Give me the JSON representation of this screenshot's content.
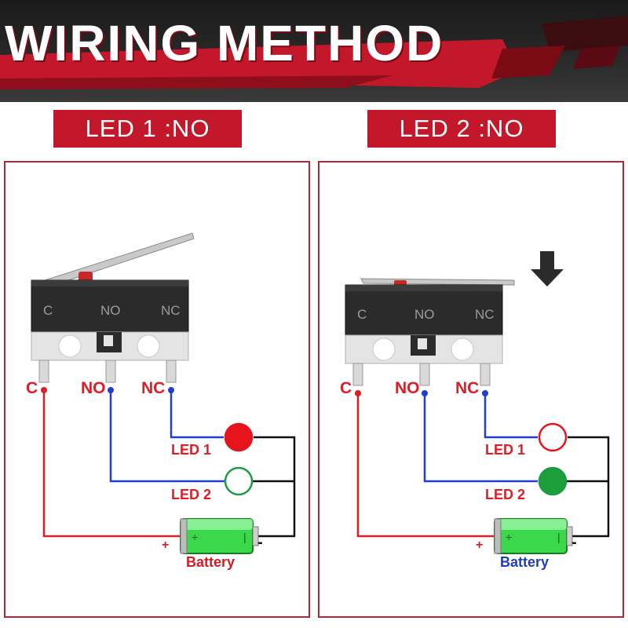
{
  "header": {
    "title": "WIRING METHOD"
  },
  "panels": [
    {
      "tag": "LED 1 :NO",
      "lever": "up",
      "switch_terminals": [
        "C",
        "NO",
        "NC"
      ],
      "wire_labels": {
        "c": "C",
        "no": "NO",
        "nc": "NC"
      },
      "led1": {
        "label": "LED 1",
        "state": "on",
        "color": "#e8141b"
      },
      "led2": {
        "label": "LED 2",
        "state": "off",
        "color": "#1c9e3c"
      },
      "battery": {
        "label": "Battery",
        "label_color": "#d41b23",
        "plus": "+",
        "minus": "-"
      }
    },
    {
      "tag": "LED 2 :NO",
      "lever": "pressed",
      "switch_terminals": [
        "C",
        "NO",
        "NC"
      ],
      "wire_labels": {
        "c": "C",
        "no": "NO",
        "nc": "NC"
      },
      "led1": {
        "label": "LED 1",
        "state": "off",
        "color": "#e8141b"
      },
      "led2": {
        "label": "LED 2",
        "state": "on",
        "color": "#1c9e3c"
      },
      "battery": {
        "label": "Battery",
        "label_color": "#1d3fb3",
        "plus": "+",
        "minus": "-"
      }
    }
  ],
  "colors": {
    "red_wire": "#dc1f26",
    "blue_wire": "#1f3fd0",
    "black_wire": "#111111",
    "accent": "#c3172b"
  }
}
